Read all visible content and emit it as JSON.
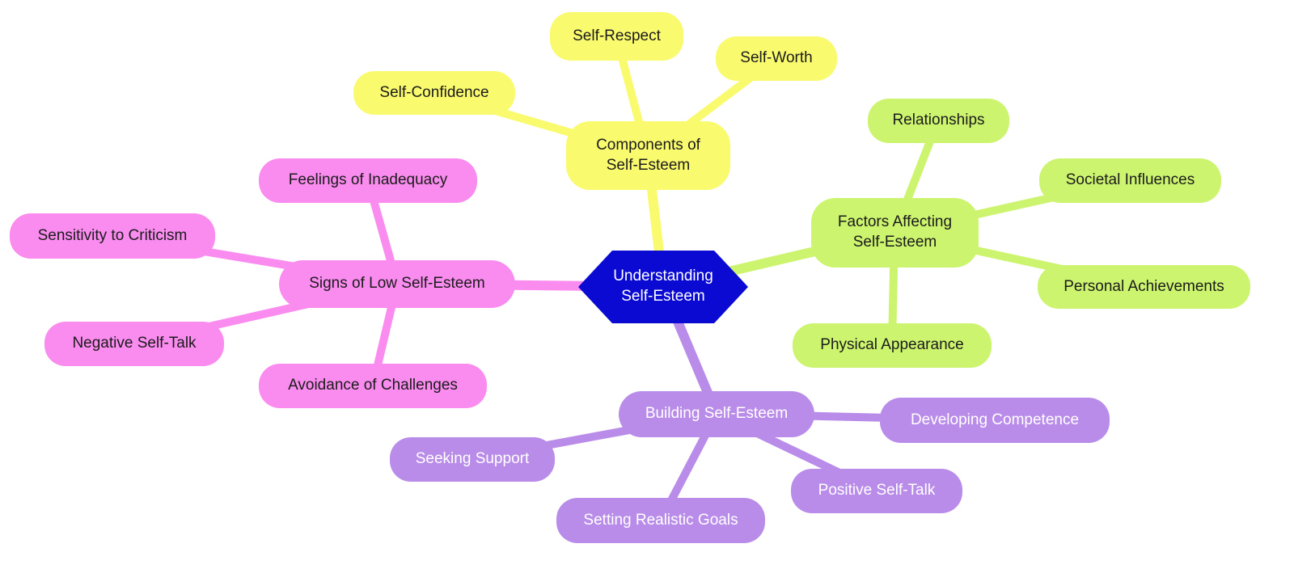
{
  "mindmap": {
    "type": "mindmap",
    "root": {
      "label": "Understanding Self-Esteem",
      "shape": "hexagon",
      "fill": "#0a0ad2",
      "text_color": "#ffffff"
    },
    "branches": [
      {
        "label": "Components of Self-Esteem",
        "color": "#fafa6e",
        "text_color": "#1b1b1b",
        "children": [
          {
            "label": "Self-Respect"
          },
          {
            "label": "Self-Worth"
          },
          {
            "label": "Self-Confidence"
          }
        ]
      },
      {
        "label": "Factors Affecting Self-Esteem",
        "color": "#ccf46e",
        "text_color": "#1b1b1b",
        "children": [
          {
            "label": "Relationships"
          },
          {
            "label": "Societal Influences"
          },
          {
            "label": "Personal Achievements"
          },
          {
            "label": "Physical Appearance"
          }
        ]
      },
      {
        "label": "Signs of Low Self-Esteem",
        "color": "#fa8cf0",
        "text_color": "#1b1b1b",
        "children": [
          {
            "label": "Feelings of Inadequacy"
          },
          {
            "label": "Sensitivity to Criticism"
          },
          {
            "label": "Negative Self-Talk"
          },
          {
            "label": "Avoidance of Challenges"
          }
        ]
      },
      {
        "label": "Building Self-Esteem",
        "color": "#b88ce8",
        "text_color": "#ffffff",
        "children": [
          {
            "label": "Seeking Support"
          },
          {
            "label": "Setting Realistic Goals"
          },
          {
            "label": "Positive Self-Talk"
          },
          {
            "label": "Developing Competence"
          }
        ]
      }
    ]
  }
}
